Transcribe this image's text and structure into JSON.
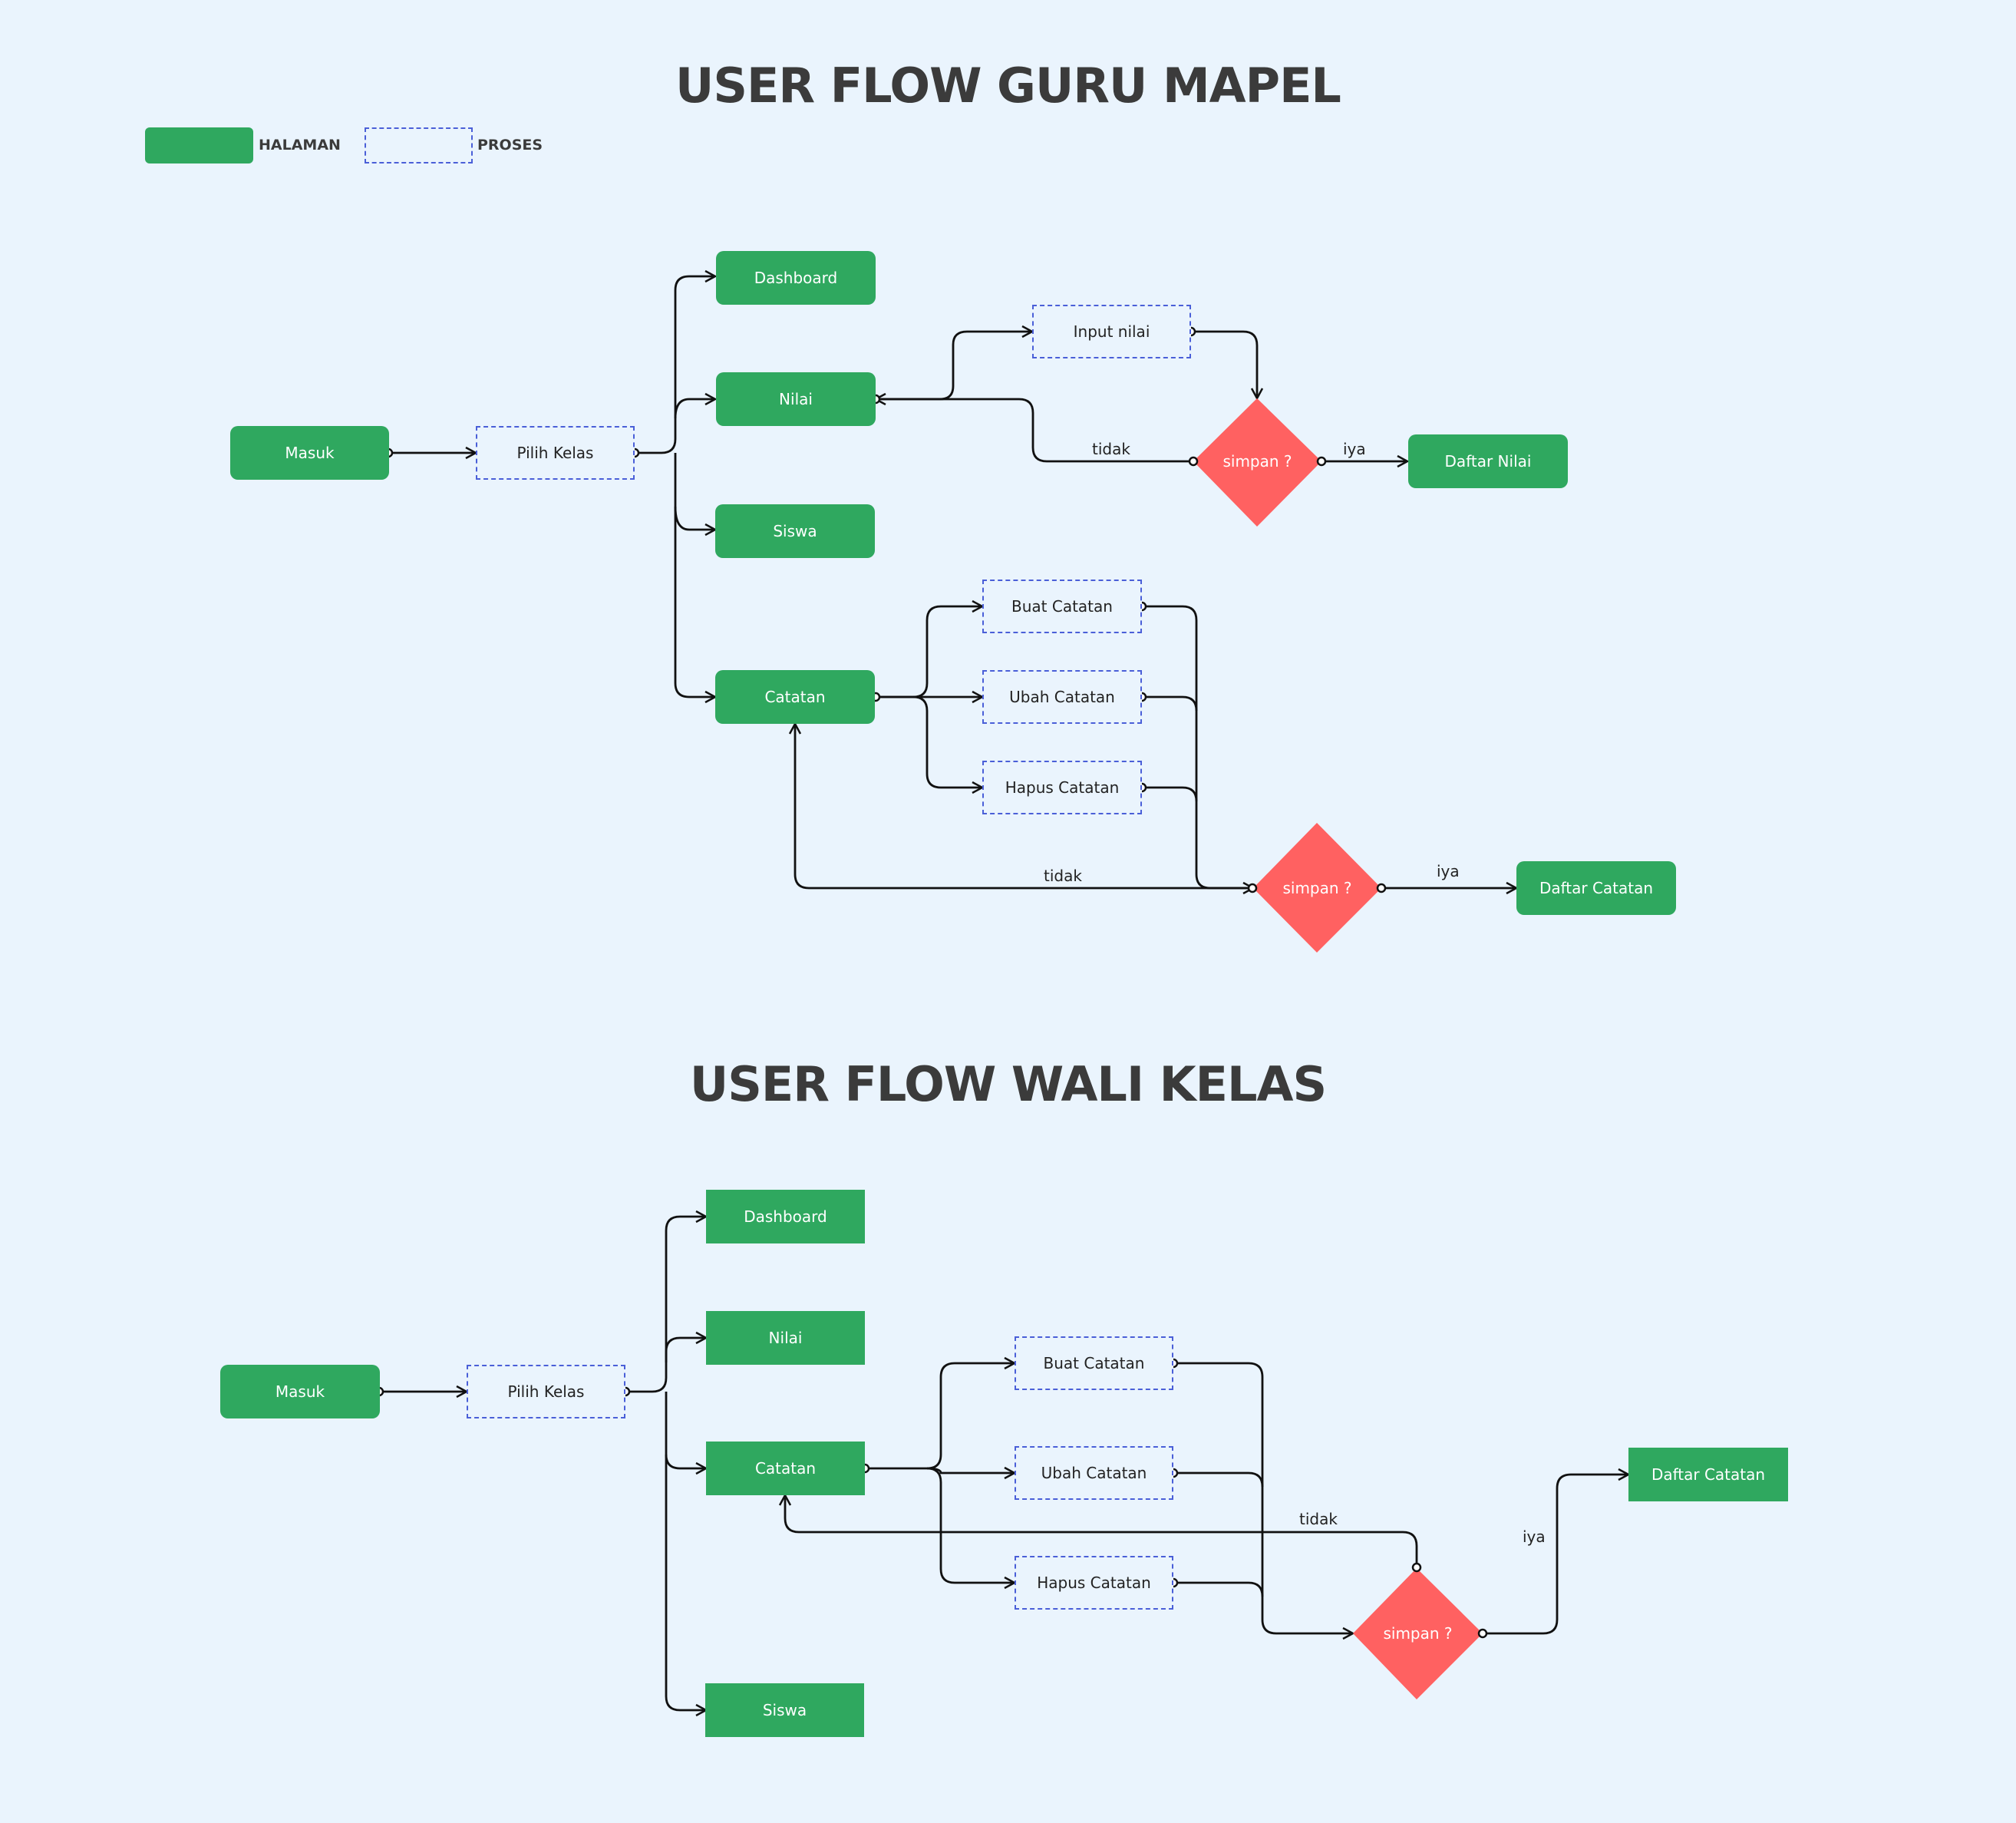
{
  "titles": {
    "guru_mapel": "USER FLOW GURU MAPEL",
    "wali_kelas": "USER FLOW WALI KELAS"
  },
  "legend": {
    "page_label": "HALAMAN",
    "process_label": "PROSES"
  },
  "colors": {
    "background": "#eaf4fd",
    "page": "#2fa85f",
    "decision": "#ff6161",
    "process_border": "#4a5fd8",
    "line": "#111111",
    "title": "#3b3b3b"
  },
  "flow1": {
    "masuk": "Masuk",
    "pilih_kelas": "Pilih Kelas",
    "dashboard": "Dashboard",
    "nilai": "Nilai",
    "siswa": "Siswa",
    "catatan": "Catatan",
    "input_nilai": "Input nilai",
    "simpan_nilai": "simpan ?",
    "daftar_nilai": "Daftar Nilai",
    "buat_catatan": "Buat Catatan",
    "ubah_catatan": "Ubah Catatan",
    "hapus_catatan": "Hapus Catatan",
    "simpan_catatan": "simpan ?",
    "daftar_catatan": "Daftar Catatan",
    "label_tidak_nilai": "tidak",
    "label_iya_nilai": "iya",
    "label_tidak_catatan": "tidak",
    "label_iya_catatan": "iya"
  },
  "flow2": {
    "masuk": "Masuk",
    "pilih_kelas": "Pilih Kelas",
    "dashboard": "Dashboard",
    "nilai": "Nilai",
    "catatan": "Catatan",
    "siswa": "Siswa",
    "buat_catatan": "Buat Catatan",
    "ubah_catatan": "Ubah Catatan",
    "hapus_catatan": "Hapus Catatan",
    "simpan_catatan": "simpan ?",
    "daftar_catatan": "Daftar Catatan",
    "label_tidak": "tidak",
    "label_iya": "iya"
  }
}
